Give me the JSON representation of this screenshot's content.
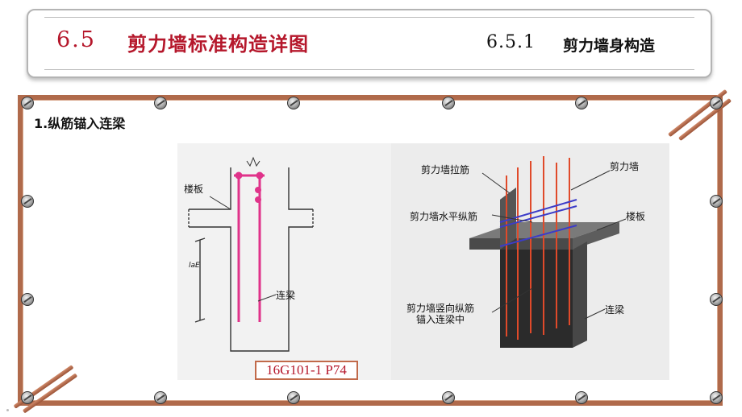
{
  "header": {
    "section_number": "6.5",
    "section_title": "剪力墙标准构造详图",
    "subsection_number": "6.5.1",
    "subsection_title": "剪力墙身构造"
  },
  "content": {
    "item_label": "1.纵筋锚入连梁",
    "left_figure": {
      "slab_label": "楼板",
      "beam_label": "连梁",
      "anchor_label": "laE",
      "reference": "16G101-1 P74"
    },
    "right_figure": {
      "tie_bar_label": "剪力墙拉筋",
      "horizontal_bar_label": "剪力墙水平纵筋",
      "vertical_bar_label_1": "剪力墙竖向纵筋",
      "vertical_bar_label_2": "锚入连梁中",
      "wall_label": "剪力墙",
      "slab_label": "楼板",
      "beam_label": "连梁"
    }
  },
  "colors": {
    "title_red": "#b5172b",
    "frame_brown": "#b06a4b",
    "rebar_red": "#d8332b",
    "rebar_blue": "#3c3cc8"
  }
}
